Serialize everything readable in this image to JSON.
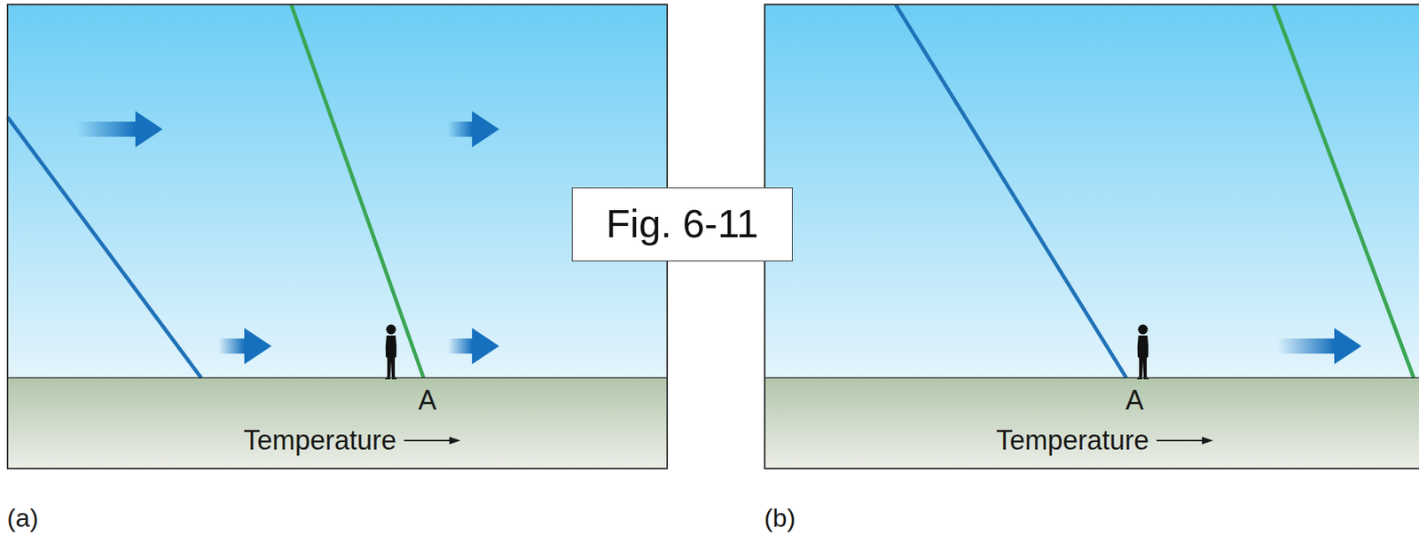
{
  "diagram": {
    "nodes": [
      {
        "text": [
          "Fig. 6-11"
        ]
      }
    ],
    "labels": [
      "A",
      "Temperature",
      "(a)",
      "A",
      "Temperature",
      "(b)"
    ]
  }
}
